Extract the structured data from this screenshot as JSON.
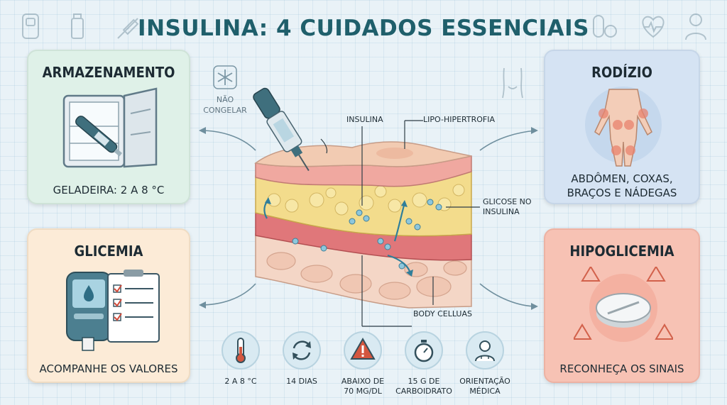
{
  "title": "INSULINA: 4 CUIDADOS ESSENCIAIS",
  "cards": {
    "armazenamento": {
      "title": "ARMAZENAMENTO",
      "caption": "GELADEIRA: 2 A 8 °C"
    },
    "glicemia": {
      "title": "GLICEMIA",
      "caption": "ACOMPANHE OS VALORES"
    },
    "rodizio": {
      "title": "RODÍZIO",
      "caption_line1": "ABDÔMEN, COXAS,",
      "caption_line2": "BRAÇOS E NÁDEGAS"
    },
    "hipoglicemia": {
      "title": "HIPOGLICEMIA",
      "caption": "RECONHEÇA OS SINAIS"
    }
  },
  "freeze_note": {
    "line1": "NÃO",
    "line2": "CONGELAR"
  },
  "callouts": {
    "insulina": "INSULINA",
    "lipo": "LIPO-HIPERTROFIA",
    "glicose_line1": "GLICOSE NO",
    "glicose_line2": "INSULINA",
    "body": "BODY CELLUAS"
  },
  "bottom_icons": [
    {
      "icon": "thermometer-icon",
      "line1": "2 A 8 °C",
      "line2": ""
    },
    {
      "icon": "cycle-icon",
      "line1": "14 DIAS",
      "line2": ""
    },
    {
      "icon": "warning-icon",
      "line1": "ABAIXO DE",
      "line2": "70 MG/DL"
    },
    {
      "icon": "stopwatch-icon",
      "line1": "15 G DE",
      "line2": "CARBOIDRATO"
    },
    {
      "icon": "doctor-icon",
      "line1": "ORIENTAÇÃO",
      "line2": "MÉDICA"
    }
  ],
  "colors": {
    "title": "#1f5f6b",
    "armazenamento_bg": "#dff1e8",
    "glicemia_bg": "#fcebd7",
    "rodizio_bg": "#d5e3f3",
    "hipoglicemia_bg": "#f7c2b4"
  }
}
